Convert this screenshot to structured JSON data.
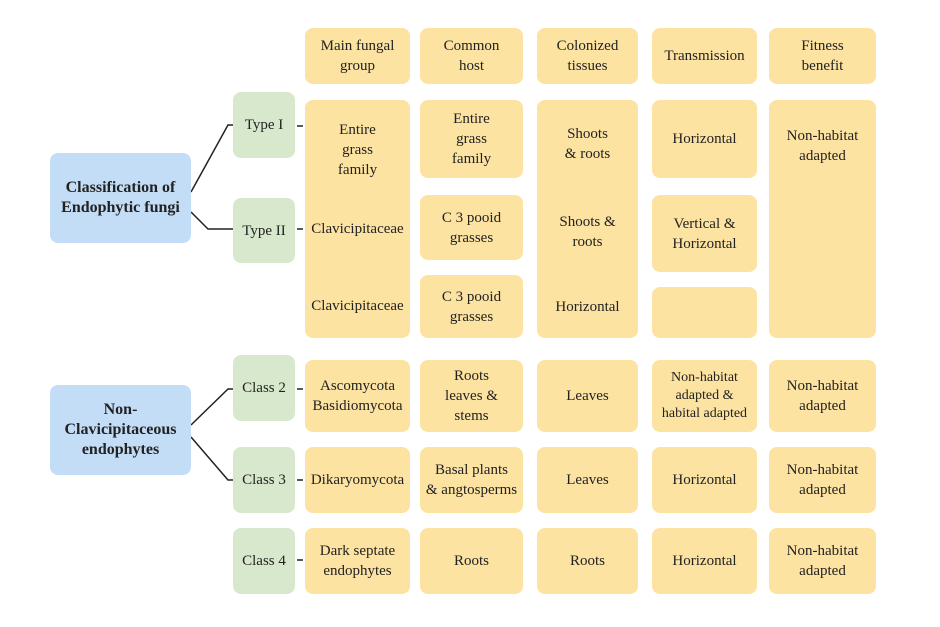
{
  "headers": [
    "Main fungal\ngroup",
    "Common\nhost",
    "Colonized\ntissues",
    "Transmission",
    "Fitness\nbenefit"
  ],
  "roots": {
    "classification": "Classification of\nEndophytic fungi",
    "non_clav": "Non-\nClavicipitaceous\nendophytes"
  },
  "types": [
    "Type I",
    "Type II"
  ],
  "classes": [
    "Class 2",
    "Class 3",
    "Class 4"
  ],
  "clav_section": {
    "main_group": [
      "Entire\ngrass\nfamily",
      "Clavicipitaceae",
      "Clavicipitaceae"
    ],
    "host": [
      "Entire\ngrass\nfamily",
      "C 3 pooid\ngrasses",
      "C 3 pooid\ngrasses"
    ],
    "tissues": [
      "Shoots\n& roots",
      "Shoots &\nroots",
      "Horizontal"
    ],
    "transmission": [
      "Horizontal",
      "Vertical &\nHorizontal",
      ""
    ],
    "fitness": "Non-habitat\nadapted"
  },
  "rows": [
    {
      "group": "Ascomycota\nBasidiomycota",
      "host": "Roots\nleaves &\nstems",
      "tissues": "Leaves",
      "transmission": "Non-habitat\nadapted &\nhabital adapted",
      "fitness": "Non-habitat\nadapted"
    },
    {
      "group": "Dikaryomycota",
      "host": "Basal plants\n& angtosperms",
      "tissues": "Leaves",
      "transmission": "Horizontal",
      "fitness": "Non-habitat\nadapted"
    },
    {
      "group": "Dark septate\nendophytes",
      "host": "Roots",
      "tissues": "Roots",
      "transmission": "Horizontal",
      "fitness": "Non-habitat\nadapted"
    }
  ],
  "colors": {
    "yellow": "#fde3a1",
    "green": "#d8e8cd",
    "blue": "#c4ddf6"
  }
}
